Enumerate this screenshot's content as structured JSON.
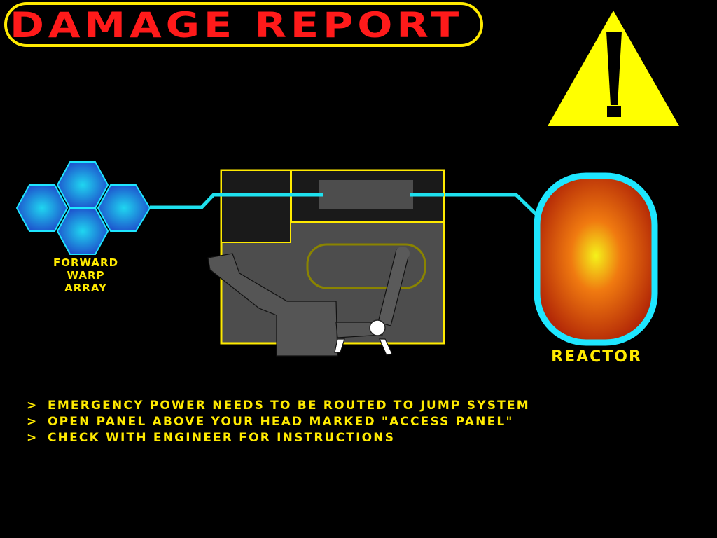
{
  "header": {
    "title": "DAMAGE REPORT"
  },
  "icons": {
    "warning": "warning-triangle-icon",
    "warp_array": "hexagon-cluster-icon",
    "reactor": "reactor-core-icon"
  },
  "diagram": {
    "warp_array_label": [
      "FORWARD",
      "WARP",
      "ARRAY"
    ],
    "reactor_label": "REACTOR"
  },
  "instructions": {
    "bullet": ">",
    "items": [
      "EMERGENCY POWER NEEDS TO BE ROUTED TO JUMP SYSTEM",
      "OPEN PANEL ABOVE YOUR HEAD MARKED \"ACCESS PANEL\"",
      "CHECK WITH ENGINEER FOR INSTRUCTIONS"
    ]
  },
  "colors": {
    "background": "#000000",
    "accent_yellow": "#ffea00",
    "title_red": "#ff1a1a",
    "conduit_cyan": "#1ee0ee",
    "panel_gray": "#555555"
  }
}
